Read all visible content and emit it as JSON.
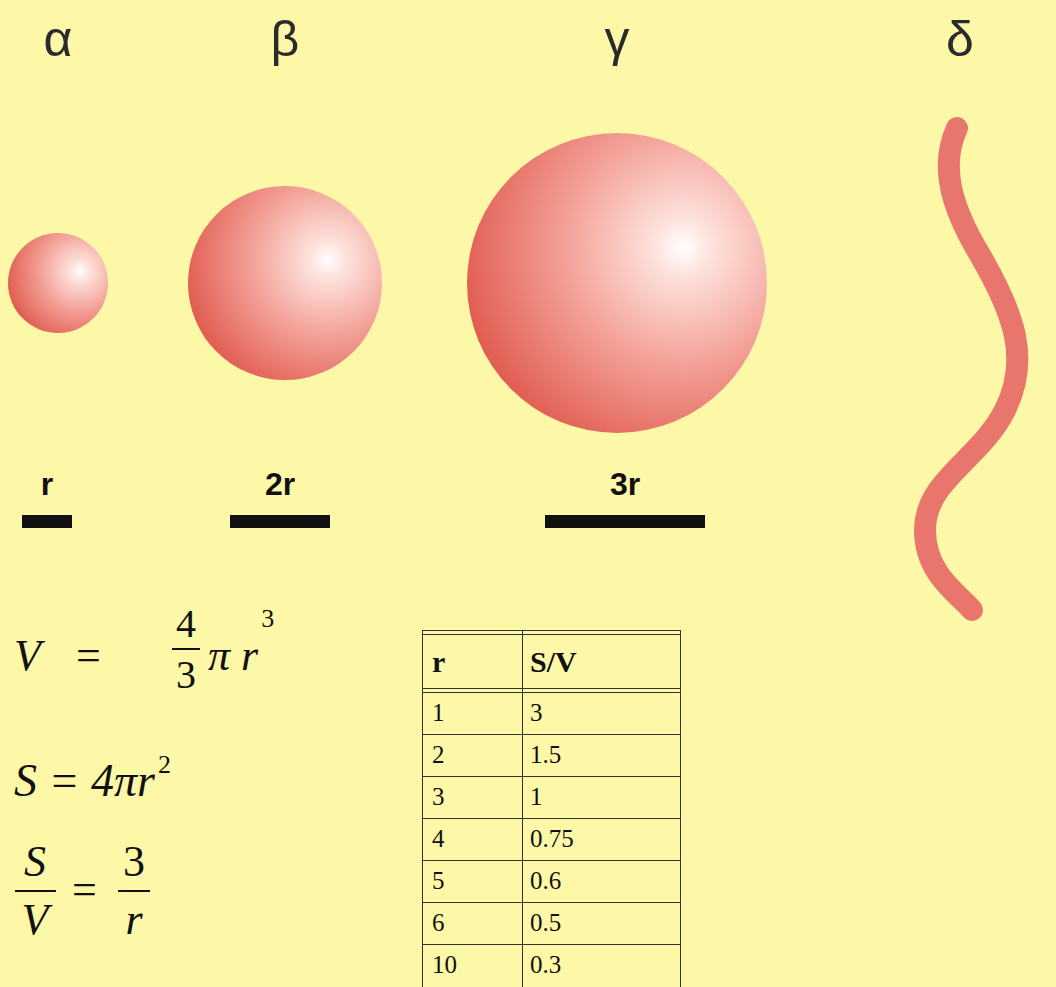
{
  "diagram": {
    "nodes": [
      {
        "text": [
          "α"
        ]
      },
      {
        "text": [
          "β"
        ]
      },
      {
        "text": [
          "γ"
        ]
      },
      {
        "text": [
          "δ"
        ]
      }
    ],
    "labels": [
      "r",
      "2r",
      "3r",
      "V",
      "=",
      "4",
      "3",
      "π r",
      "3",
      "S = 4πr",
      "2",
      "S",
      "V",
      "=",
      "3",
      "r",
      "r",
      "S/V",
      "1",
      "3",
      "2",
      "1.5",
      "3",
      "1",
      "4",
      "0.75",
      "5",
      "0.6",
      "6",
      "0.5",
      "10",
      "0.3"
    ]
  }
}
